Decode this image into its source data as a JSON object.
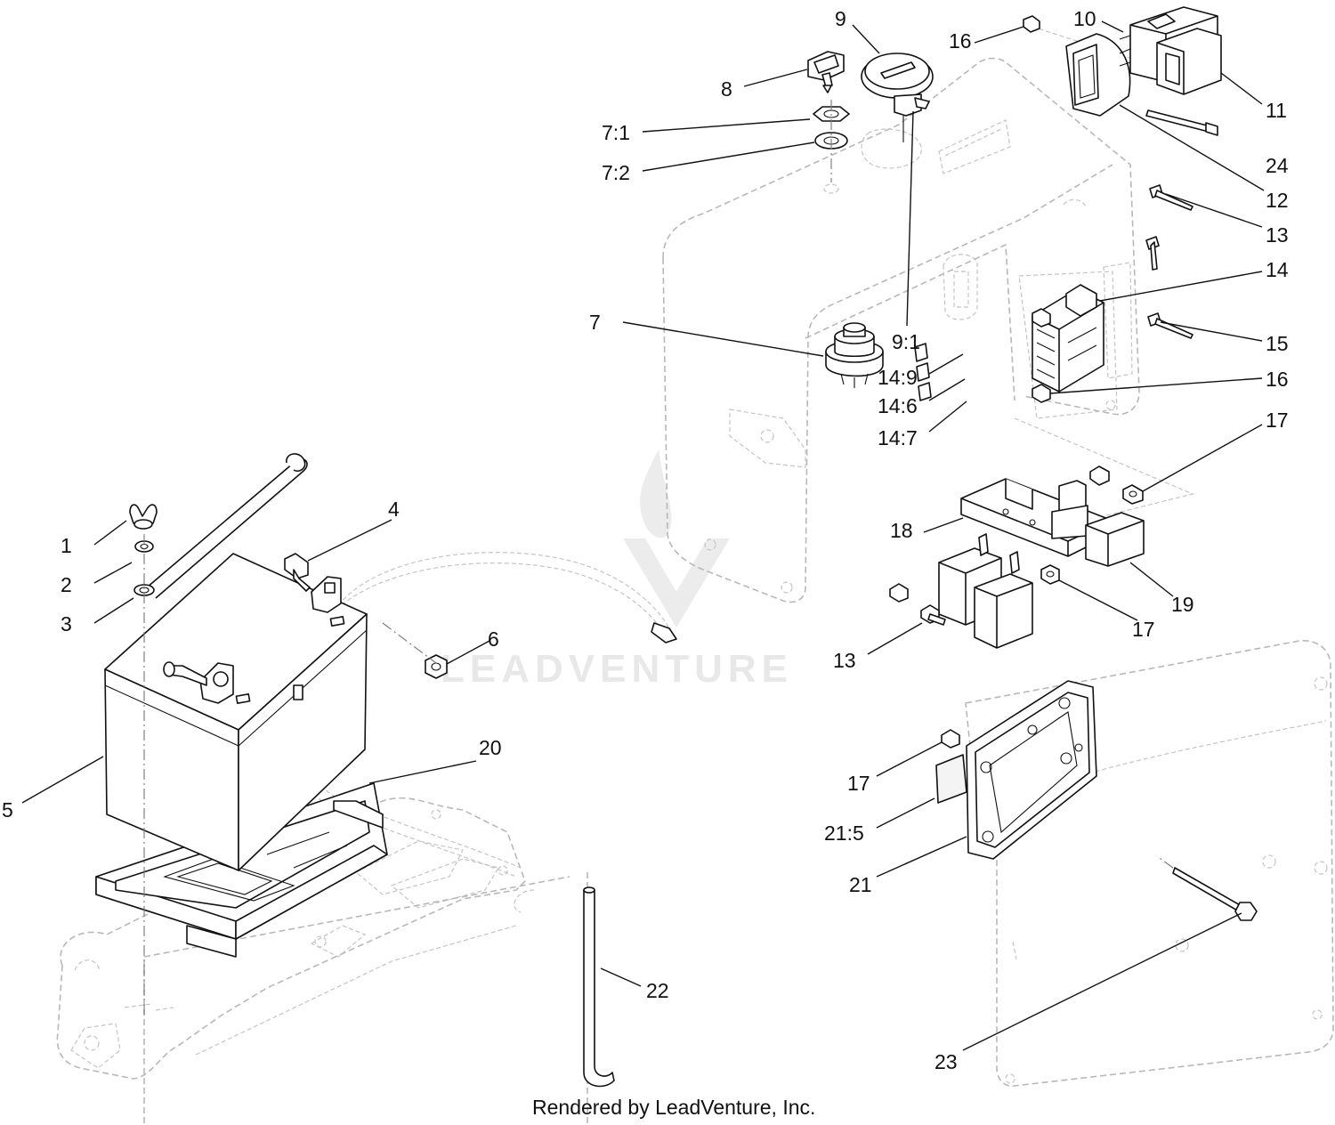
{
  "credit": "Rendered by LeadVenture, Inc.",
  "watermark": "LEADVENTURE",
  "callouts": [
    {
      "id": "c1",
      "label": "1"
    },
    {
      "id": "c2",
      "label": "2"
    },
    {
      "id": "c3",
      "label": "3"
    },
    {
      "id": "c4",
      "label": "4"
    },
    {
      "id": "c5",
      "label": "5"
    },
    {
      "id": "c6",
      "label": "6"
    },
    {
      "id": "c7",
      "label": "7"
    },
    {
      "id": "c7-1",
      "label": "7:1"
    },
    {
      "id": "c7-2",
      "label": "7:2"
    },
    {
      "id": "c8",
      "label": "8"
    },
    {
      "id": "c9",
      "label": "9"
    },
    {
      "id": "c9-1",
      "label": "9:1"
    },
    {
      "id": "c10",
      "label": "10"
    },
    {
      "id": "c11",
      "label": "11"
    },
    {
      "id": "c12",
      "label": "12"
    },
    {
      "id": "c13a",
      "label": "13"
    },
    {
      "id": "c13b",
      "label": "13"
    },
    {
      "id": "c14",
      "label": "14"
    },
    {
      "id": "c14-9",
      "label": "14:9"
    },
    {
      "id": "c14-6",
      "label": "14:6"
    },
    {
      "id": "c14-7",
      "label": "14:7"
    },
    {
      "id": "c15",
      "label": "15"
    },
    {
      "id": "c16a",
      "label": "16"
    },
    {
      "id": "c16b",
      "label": "16"
    },
    {
      "id": "c17a",
      "label": "17"
    },
    {
      "id": "c17b",
      "label": "17"
    },
    {
      "id": "c17c",
      "label": "17"
    },
    {
      "id": "c18",
      "label": "18"
    },
    {
      "id": "c19",
      "label": "19"
    },
    {
      "id": "c20",
      "label": "20"
    },
    {
      "id": "c21",
      "label": "21"
    },
    {
      "id": "c21-5",
      "label": "21:5"
    },
    {
      "id": "c22",
      "label": "22"
    },
    {
      "id": "c23",
      "label": "23"
    },
    {
      "id": "c24",
      "label": "24"
    }
  ]
}
